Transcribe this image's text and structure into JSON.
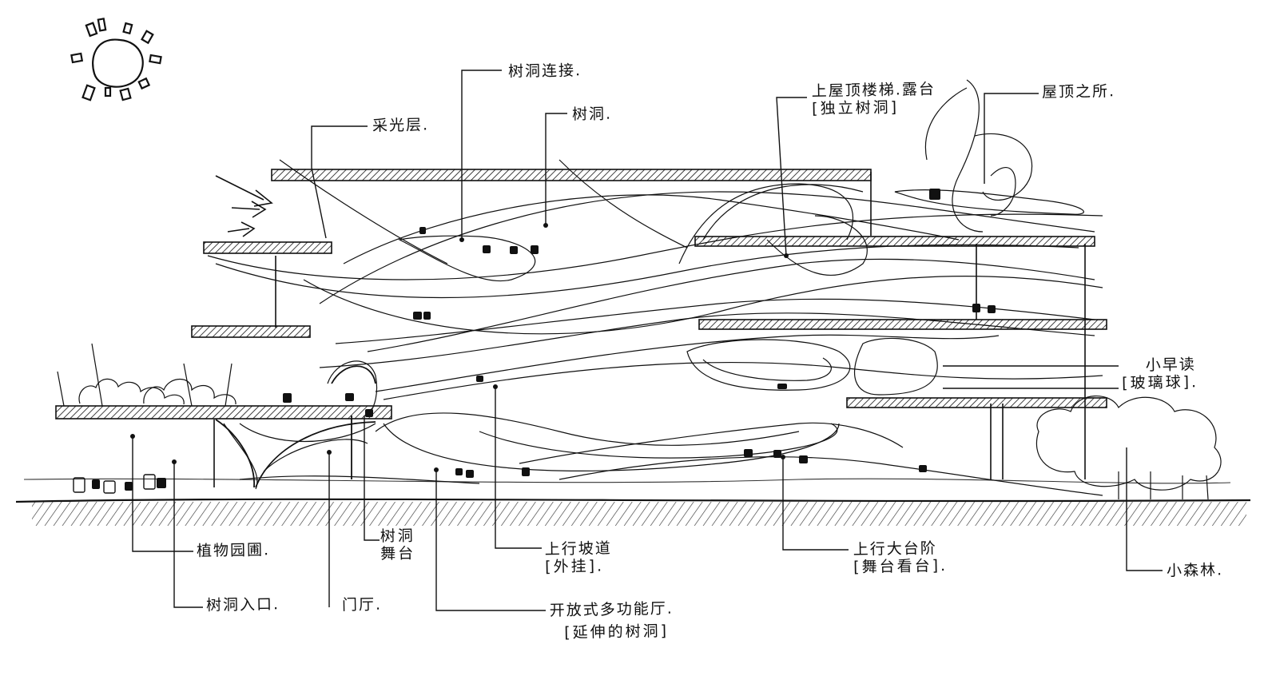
{
  "labels": {
    "tree_cave_connect": "树洞连接.",
    "lighting_floor": "采光层.",
    "tree_cave": "树洞.",
    "roof_stair_platform": "上屋顶楼梯.露台",
    "roof_stair_platform_sub": "[独立树洞]",
    "roof_house": "屋顶之所.",
    "small_sunroom": "小早读",
    "small_sunroom_sub": "[玻璃球].",
    "plant_garden": "植物园圃.",
    "tree_cave_stage_line1": "树洞",
    "tree_cave_stage_line2": "舞台",
    "up_ramp": "上行坡道",
    "up_ramp_sub": "[外挂].",
    "up_grand_stair": "上行大台阶",
    "up_grand_stair_sub": "[舞台看台].",
    "small_forest": "小森林.",
    "tree_cave_entrance": "树洞入口.",
    "lobby": "门厅.",
    "open_function_hall": "开放式多功能厅.",
    "open_function_hall_sub": "[延伸的树洞]"
  },
  "colors": {
    "ink": "#111111",
    "paper": "#ffffff"
  }
}
